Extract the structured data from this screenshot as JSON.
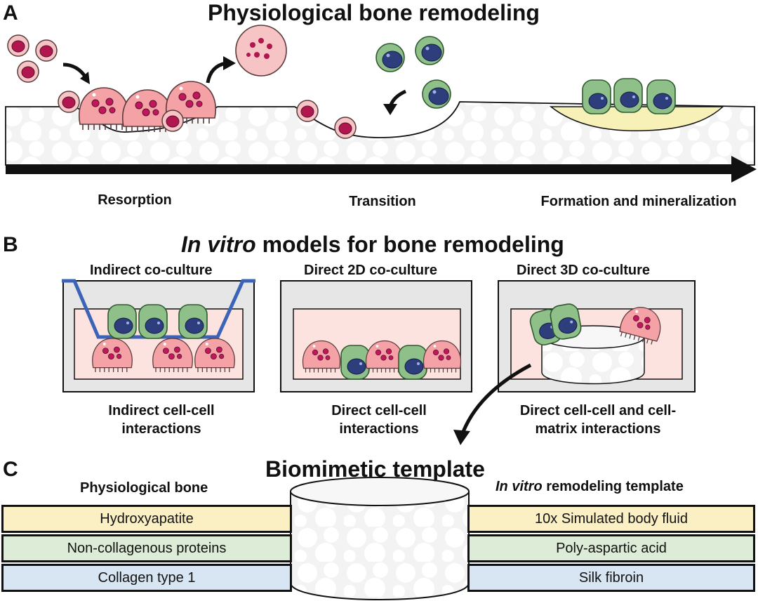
{
  "panel_a": {
    "letter": "A",
    "title": "Physiological bone remodeling",
    "stages": [
      "Resorption",
      "Transition",
      "Formation and mineralization"
    ]
  },
  "panel_b": {
    "letter": "B",
    "title_italic": "In vitro",
    "title_rest": " models for bone remodeling",
    "models": [
      {
        "title": "Indirect co-culture",
        "caption": "Indirect cell-cell interactions"
      },
      {
        "title": "Direct 2D co-culture",
        "caption": "Direct cell-cell interactions"
      },
      {
        "title": "Direct 3D co-culture",
        "caption": "Direct cell-cell and cell-matrix interactions"
      }
    ]
  },
  "panel_c": {
    "letter": "C",
    "title": "Biomimetic template",
    "left_header": "Physiological bone",
    "right_header_italic": "In vitro",
    "right_header_rest": " remodeling template",
    "left_rows": [
      "Hydroxyapatite",
      "Non-collagenous proteins",
      "Collagen type 1"
    ],
    "right_rows": [
      "10x Simulated body fluid",
      "Poly-aspartic acid",
      "Silk fibroin"
    ]
  },
  "colors": {
    "hydroxyapatite": "#fbefc4",
    "proteins": "#dcecd6",
    "collagen": "#d8e6f3",
    "osteoclast": "#f4a2a6",
    "osteoblast": "#8fc08a",
    "nucleus_blue": "#2e3d7c",
    "nucleus_red": "#c2185b",
    "medium": "#fde3df",
    "insert_blue": "#3b63b8"
  }
}
